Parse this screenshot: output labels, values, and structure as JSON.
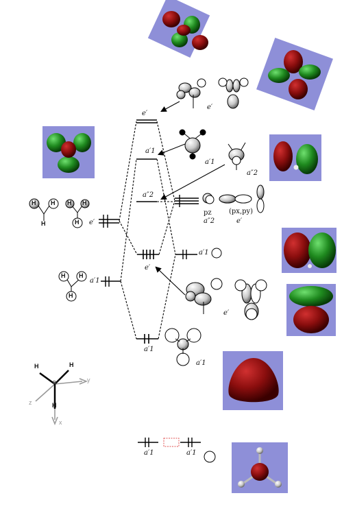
{
  "labels": {
    "e_prime": "e′",
    "a1_prime": "a′1",
    "a2_dprime": "a″2",
    "pz": "pz",
    "pxpy": "(px,py)",
    "atom_h": "H",
    "atom_b": "B",
    "axis_x": "x",
    "axis_y": "y",
    "axis_z": "z"
  },
  "colors": {
    "lobe_green": "#1f8a1f",
    "lobe_red": "#8b0e0e",
    "box_bg": "#8e8fd8",
    "highlight": "#e05050"
  }
}
